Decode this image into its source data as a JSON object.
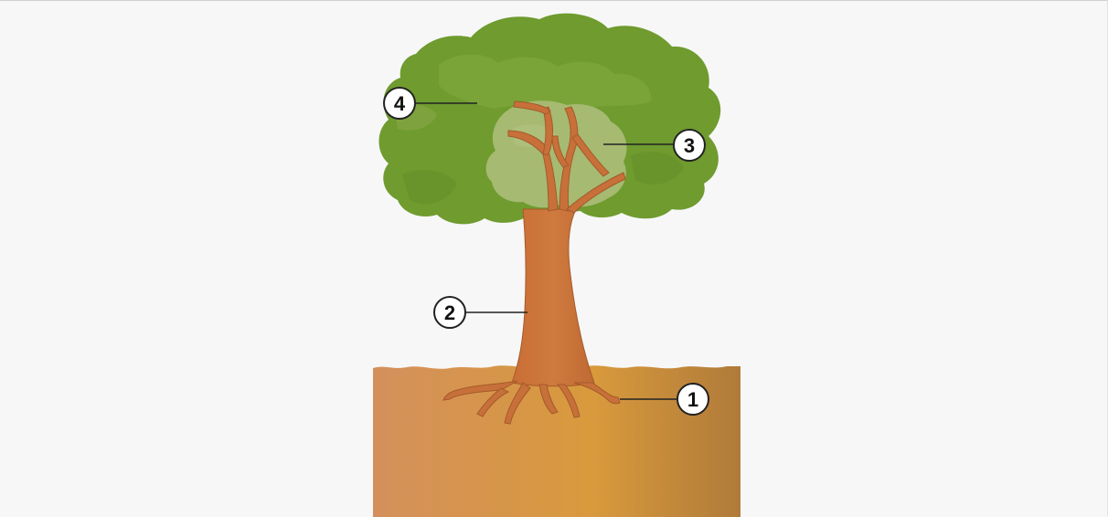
{
  "diagram": {
    "callouts": [
      {
        "number": "1",
        "part": "roots"
      },
      {
        "number": "2",
        "part": "trunk"
      },
      {
        "number": "3",
        "part": "branches"
      },
      {
        "number": "4",
        "part": "leaves"
      }
    ]
  },
  "colors": {
    "background": "#f7f7f7",
    "foliage_dark": "#6e9a2e",
    "foliage_mid": "#7aa43a",
    "foliage_light": "#a3b86c",
    "trunk": "#c8703a",
    "trunk_outline": "#9a5226",
    "soil_left": "#d4905c",
    "soil_mid": "#d89a3c",
    "soil_right": "#b07a3a",
    "callout_ring": "#222222"
  },
  "icons": {
    "tree": "tree-illustration"
  }
}
